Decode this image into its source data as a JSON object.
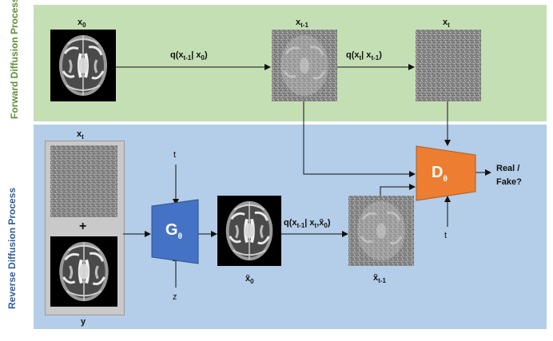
{
  "labels": {
    "forward": "Forward Diffusion Process",
    "reverse": "Reverse Diffusion Process",
    "x0_top": "x",
    "x0_top_sub": "0",
    "xt1_top": "x",
    "xt1_top_sub": "t-1",
    "xt_top": "x",
    "xt_top_sub": "t",
    "q1": "q(x",
    "q1_sub": "t-1",
    "q1_tail": "| x",
    "q1_tail_sub": "0",
    "q1_close": ")",
    "q2": "q(x",
    "q2_sub": "t",
    "q2_tail": "| x",
    "q2_tail_sub": "t-1",
    "q2_close": ")",
    "xt_in": "x",
    "xt_in_sub": "t",
    "plus": "+",
    "y": "y",
    "t_gen": "t",
    "z": "z",
    "gen": "G",
    "gen_sub": "θ",
    "x0_hat": "x̃",
    "x0_hat_sub": "0",
    "q3": "q(x",
    "q3_sub": "t-1",
    "q3_mid": "| x",
    "q3_mid_sub": "t",
    "q3_tail": ",x̃",
    "q3_tail_sub": "0",
    "q3_close": ")",
    "xt1_hat": "x̃",
    "xt1_hat_sub": "t-1",
    "disc": "D",
    "disc_sub": "θ",
    "t_disc": "t",
    "out1": "Real /",
    "out2": "Fake?"
  },
  "colors": {
    "forward_panel": "#c5dfb4",
    "reverse_panel": "#b4cde8",
    "generator": "#4472c4",
    "discriminator": "#ed7d31"
  }
}
